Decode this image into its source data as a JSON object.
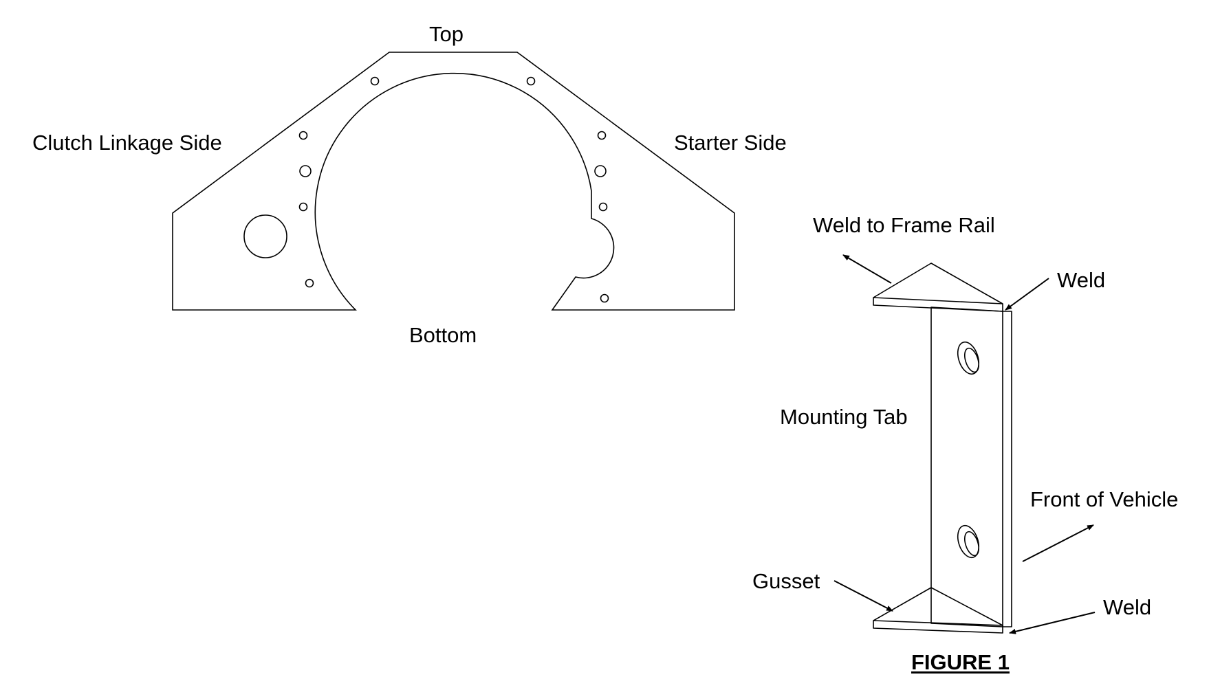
{
  "plate": {
    "top_label": "Top",
    "bottom_label": "Bottom",
    "left_label": "Clutch Linkage Side",
    "right_label": "Starter Side"
  },
  "tab": {
    "weld_to_frame_rail": "Weld to Frame Rail",
    "weld_top": "Weld",
    "mounting_tab": "Mounting Tab",
    "front_of_vehicle": "Front of Vehicle",
    "gusset": "Gusset",
    "weld_bottom": "Weld"
  },
  "figure_caption": "FIGURE 1",
  "colors": {
    "line": "#000000",
    "background": "#ffffff"
  }
}
